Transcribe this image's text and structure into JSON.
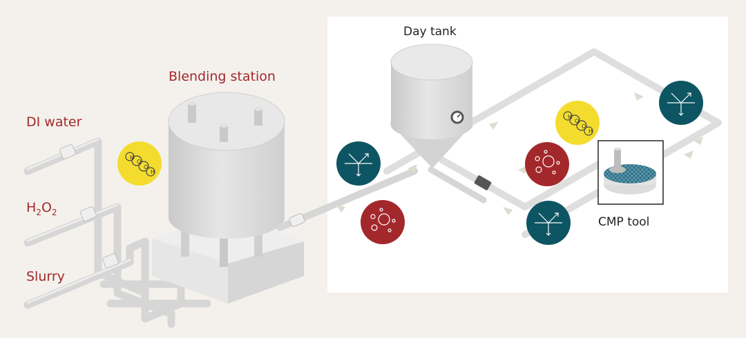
{
  "labels": {
    "blending_station": "Blending station",
    "day_tank": "Day tank",
    "di_water": "DI water",
    "h2o2_main": "H",
    "h2o2_sub1": "2",
    "h2o2_o": "O",
    "h2o2_sub2": "2",
    "slurry": "Slurry",
    "cmp_tool": "CMP tool"
  },
  "molecule_atoms": [
    "H",
    "O",
    "O",
    "H"
  ],
  "colors": {
    "background": "#f4f1ec",
    "panel": "#ffffff",
    "label_red": "#a3282c",
    "pipe": "#d8d8d8",
    "tank": "#dcdcdc",
    "sensor_teal": "#0e5563",
    "particle_red": "#a3282c",
    "molecule_yellow": "#f3dc2e",
    "arrow": "#dcdcd0"
  },
  "icons": [
    "h2o2-molecule-icon",
    "optical-sensor-icon",
    "particle-counter-icon",
    "flow-arrow-icon",
    "cmp-tool-icon"
  ]
}
